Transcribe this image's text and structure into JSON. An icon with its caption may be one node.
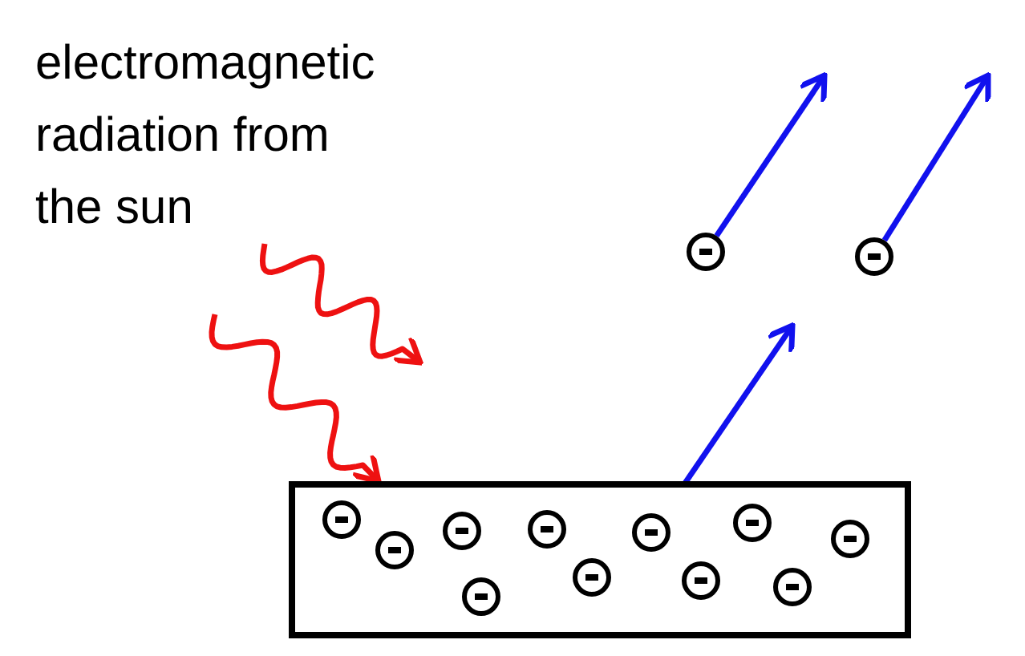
{
  "diagram": {
    "nodes": [
      {
        "text": [
          "electromagnetic radiation from the sun"
        ]
      },
      {
        "text": [],
        "shape": "circle"
      },
      {
        "text": [],
        "shape": "circle"
      },
      {
        "text": [],
        "shape": "box"
      },
      {
        "text": [],
        "shape": "circle",
        "in": 3
      },
      {
        "text": [],
        "shape": "circle",
        "in": 3
      },
      {
        "text": [],
        "shape": "circle",
        "in": 3
      },
      {
        "text": [],
        "shape": "circle",
        "in": 3
      },
      {
        "text": [],
        "shape": "circle",
        "in": 3
      },
      {
        "text": [],
        "shape": "circle",
        "in": 3
      },
      {
        "text": [],
        "shape": "circle",
        "in": 3
      },
      {
        "text": [],
        "shape": "circle",
        "in": 3
      },
      {
        "text": [],
        "shape": "circle",
        "in": 3
      },
      {
        "text": [],
        "shape": "circle",
        "in": 3
      },
      {
        "text": [],
        "shape": "circle",
        "in": 3
      }
    ],
    "edges": [
      {
        "from": 0,
        "to": null,
        "arrow": "to",
        "color": "#ee1111"
      },
      {
        "from": null,
        "to": 3,
        "arrow": "to",
        "color": "#ee1111"
      },
      {
        "from": 10,
        "to": null,
        "arrow": "to",
        "color": "#1111ee"
      },
      {
        "from": 1,
        "to": null,
        "arrow": "to",
        "color": "#1111ee"
      },
      {
        "from": 2,
        "to": null,
        "arrow": "to",
        "color": "#1111ee"
      }
    ]
  }
}
